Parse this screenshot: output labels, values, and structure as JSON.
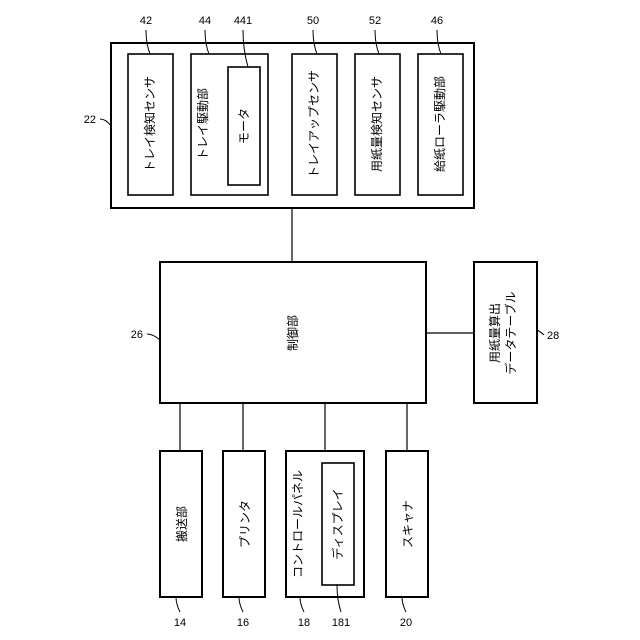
{
  "sensor_group": {
    "ref": "22",
    "tray_detect_sensor": {
      "label": "トレイ検知センサ",
      "ref": "42"
    },
    "tray_drive_unit": {
      "label": "トレイ駆動部",
      "ref": "44"
    },
    "motor": {
      "label": "モータ",
      "ref": "441"
    },
    "tray_up_sensor": {
      "label": "トレイアップセンサ",
      "ref": "50"
    },
    "paper_amount_sensor": {
      "label": "用紙量検知センサ",
      "ref": "52"
    },
    "feed_roller_drive": {
      "label": "給紙ローラ駆動部",
      "ref": "46"
    }
  },
  "controller": {
    "label": "制御部",
    "ref": "26"
  },
  "paper_table": {
    "label_line1": "用紙量算出",
    "label_line2": "データテーブル",
    "ref": "28"
  },
  "conveyor": {
    "label": "搬送部",
    "ref": "14"
  },
  "printer": {
    "label": "プリンタ",
    "ref": "16"
  },
  "control_panel": {
    "label": "コントロールパネル",
    "ref": "18"
  },
  "display": {
    "label": "ディスプレイ",
    "ref": "181"
  },
  "scanner": {
    "label": "スキャナ",
    "ref": "20"
  }
}
